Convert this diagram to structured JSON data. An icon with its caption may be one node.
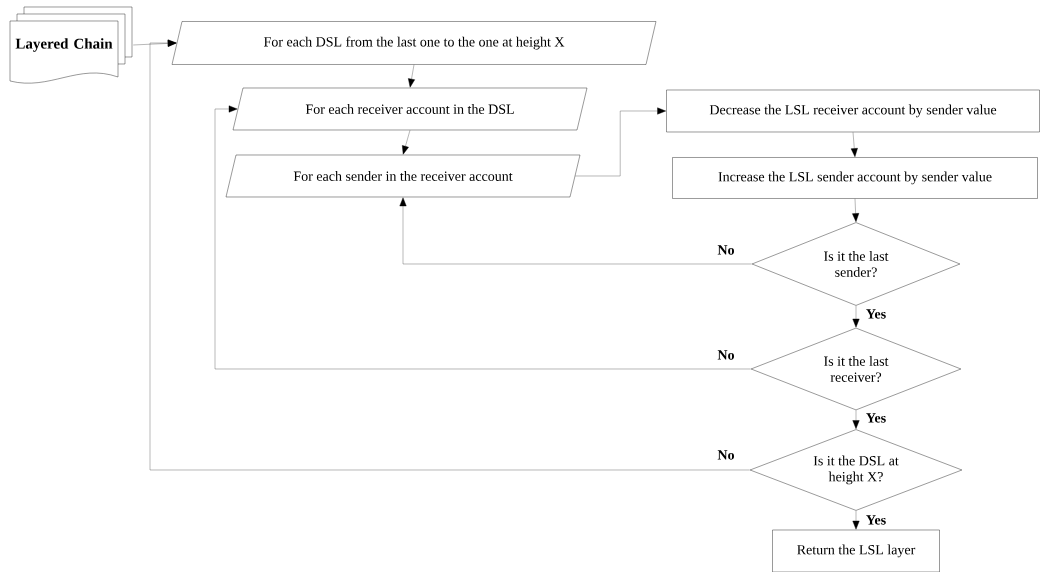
{
  "diagram": {
    "nodes": [
      {
        "text": [
          "Layered Chain"
        ]
      },
      {
        "text": [
          "For each DSL from the last one to the one at height X"
        ]
      },
      {
        "text": [
          "For each receiver account in the DSL"
        ]
      },
      {
        "text": [
          "For each sender in the receiver account"
        ]
      },
      {
        "text": [
          "Decrease the LSL receiver account by sender value"
        ]
      },
      {
        "text": [
          "Increase the LSL sender account by sender value"
        ]
      },
      {
        "text": [
          "Is it the last sender?"
        ]
      },
      {
        "text": [
          "Is it the last receiver?"
        ]
      },
      {
        "text": [
          "Is it the DSL at height X?"
        ]
      },
      {
        "text": [
          "Return the LSL layer"
        ]
      }
    ],
    "edges": [
      {
        "from": 0,
        "to": 1,
        "arrow": "to"
      },
      {
        "from": 1,
        "to": 2,
        "arrow": "to"
      },
      {
        "from": 2,
        "to": 3,
        "arrow": "to"
      },
      {
        "from": 3,
        "to": 4,
        "arrow": "to"
      },
      {
        "from": 4,
        "to": 5,
        "arrow": "to"
      },
      {
        "from": 5,
        "to": 6,
        "arrow": "to"
      },
      {
        "from": 6,
        "to": 3,
        "arrow": "to",
        "label": "No"
      },
      {
        "from": 6,
        "to": 7,
        "arrow": "to",
        "label": "Yes"
      },
      {
        "from": 7,
        "to": 2,
        "arrow": "to",
        "label": "No"
      },
      {
        "from": 7,
        "to": 8,
        "arrow": "to",
        "label": "Yes"
      },
      {
        "from": 8,
        "to": 1,
        "arrow": "to",
        "label": "No"
      },
      {
        "from": 8,
        "to": 9,
        "arrow": "to",
        "label": "Yes"
      }
    ]
  }
}
